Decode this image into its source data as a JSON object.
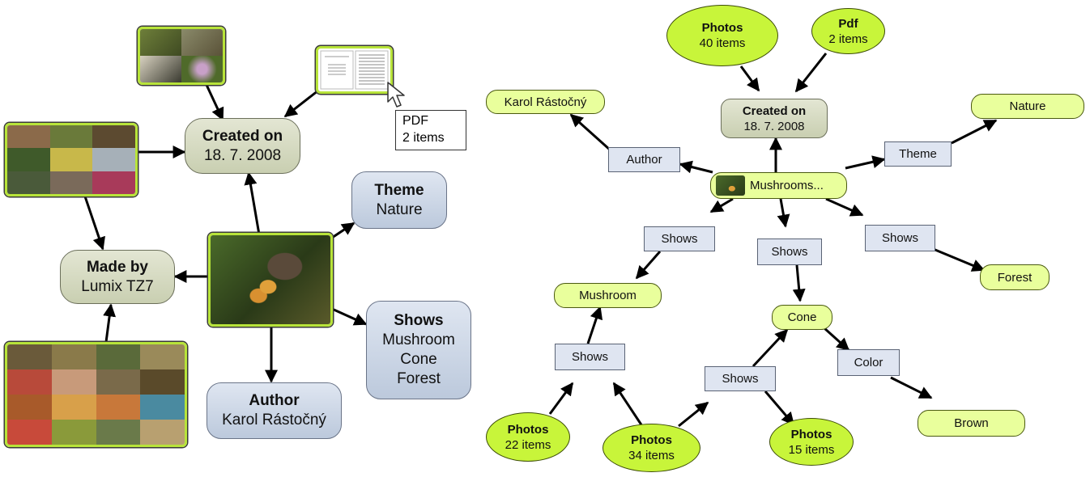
{
  "left": {
    "created": {
      "title": "Created on",
      "value": "18. 7. 2008"
    },
    "made_by": {
      "title": "Made by",
      "value": "Lumix TZ7"
    },
    "theme": {
      "title": "Theme",
      "value": "Nature"
    },
    "shows": {
      "title": "Shows",
      "values": [
        "Mushroom",
        "Cone",
        "Forest"
      ]
    },
    "author": {
      "title": "Author",
      "value": "Karol Rástočný"
    },
    "pdf_popup": {
      "line1": "PDF",
      "line2": "2 items"
    }
  },
  "right": {
    "photos40": {
      "title": "Photos",
      "value": "40 items"
    },
    "pdf2": {
      "title": "Pdf",
      "value": "2 items"
    },
    "created": {
      "title": "Created on",
      "value": "18. 7. 2008"
    },
    "karol": "Karol Rástočný",
    "nature": "Nature",
    "author_rel": "Author",
    "theme_rel": "Theme",
    "center": "Mushrooms...",
    "shows_rel": "Shows",
    "forest": "Forest",
    "mushroom": "Mushroom",
    "cone": "Cone",
    "color_rel": "Color",
    "brown": "Brown",
    "photos22": {
      "title": "Photos",
      "value": "22 items"
    },
    "photos34": {
      "title": "Photos",
      "value": "34 items"
    },
    "photos15": {
      "title": "Photos",
      "value": "15 items"
    }
  },
  "colors": {
    "highlight": "#b8e43a",
    "lime_node": "#e9ff9c",
    "lime_ellipse": "#c8f53a",
    "relation_box": "#dfe5f1",
    "tan_node": "#d6dac2",
    "blue_node": "#cdd7e6",
    "edge": "#000000"
  }
}
